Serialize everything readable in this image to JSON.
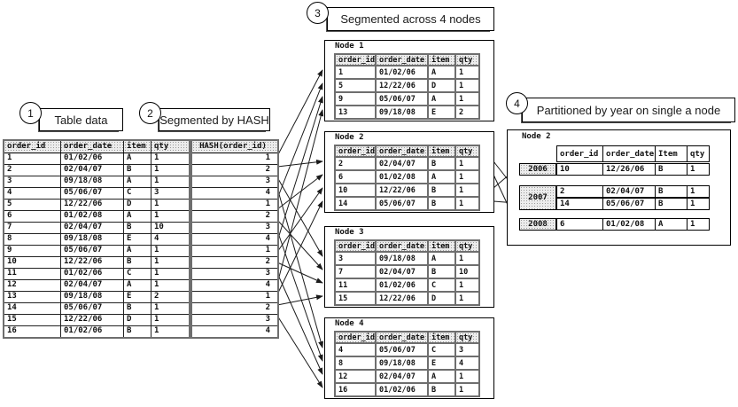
{
  "callouts": [
    {
      "number": "1",
      "text": "Table data"
    },
    {
      "number": "2",
      "text": "Segmented by HASH"
    },
    {
      "number": "3",
      "text": "Segmented across 4 nodes"
    },
    {
      "number": "4",
      "text": "Partitioned by year on single a node"
    }
  ],
  "main_table": {
    "headers": [
      "order_id",
      "order_date",
      "item",
      "qty"
    ],
    "rows": [
      [
        "1",
        "01/02/06",
        "A",
        "1"
      ],
      [
        "2",
        "02/04/07",
        "B",
        "1"
      ],
      [
        "3",
        "09/18/08",
        "A",
        "1"
      ],
      [
        "4",
        "05/06/07",
        "C",
        "3"
      ],
      [
        "5",
        "12/22/06",
        "D",
        "1"
      ],
      [
        "6",
        "01/02/08",
        "A",
        "1"
      ],
      [
        "7",
        "02/04/07",
        "B",
        "10"
      ],
      [
        "8",
        "09/18/08",
        "E",
        "4"
      ],
      [
        "9",
        "05/06/07",
        "A",
        "1"
      ],
      [
        "10",
        "12/22/06",
        "B",
        "1"
      ],
      [
        "11",
        "01/02/06",
        "C",
        "1"
      ],
      [
        "12",
        "02/04/07",
        "A",
        "1"
      ],
      [
        "13",
        "09/18/08",
        "E",
        "2"
      ],
      [
        "14",
        "05/06/07",
        "B",
        "1"
      ],
      [
        "15",
        "12/22/06",
        "D",
        "1"
      ],
      [
        "16",
        "01/02/06",
        "B",
        "1"
      ]
    ]
  },
  "hash_table": {
    "header": "HASH(order_id)",
    "values": [
      "1",
      "2",
      "3",
      "4",
      "1",
      "2",
      "3",
      "4",
      "1",
      "2",
      "3",
      "4",
      "1",
      "2",
      "3",
      "4"
    ]
  },
  "nodes": [
    {
      "title": "Node 1",
      "headers": [
        "order_id",
        "order_date",
        "item",
        "qty"
      ],
      "rows": [
        [
          "1",
          "01/02/06",
          "A",
          "1"
        ],
        [
          "5",
          "12/22/06",
          "D",
          "1"
        ],
        [
          "9",
          "05/06/07",
          "A",
          "1"
        ],
        [
          "13",
          "09/18/08",
          "E",
          "2"
        ]
      ]
    },
    {
      "title": "Node 2",
      "headers": [
        "order_id",
        "order_date",
        "item",
        "qty"
      ],
      "rows": [
        [
          "2",
          "02/04/07",
          "B",
          "1"
        ],
        [
          "6",
          "01/02/08",
          "A",
          "1"
        ],
        [
          "10",
          "12/22/06",
          "B",
          "1"
        ],
        [
          "14",
          "05/06/07",
          "B",
          "1"
        ]
      ]
    },
    {
      "title": "Node 3",
      "headers": [
        "order_id",
        "order_date",
        "item",
        "qty"
      ],
      "rows": [
        [
          "3",
          "09/18/08",
          "A",
          "1"
        ],
        [
          "7",
          "02/04/07",
          "B",
          "10"
        ],
        [
          "11",
          "01/02/06",
          "C",
          "1"
        ],
        [
          "15",
          "12/22/06",
          "D",
          "1"
        ]
      ]
    },
    {
      "title": "Node 4",
      "headers": [
        "order_id",
        "order_date",
        "item",
        "qty"
      ],
      "rows": [
        [
          "4",
          "05/06/07",
          "C",
          "3"
        ],
        [
          "8",
          "09/18/08",
          "E",
          "4"
        ],
        [
          "12",
          "02/04/07",
          "A",
          "1"
        ],
        [
          "16",
          "01/02/06",
          "B",
          "1"
        ]
      ]
    }
  ],
  "partitioned": {
    "title": "Node 2",
    "headers": [
      "order_id",
      "order_date",
      "Item",
      "qty"
    ],
    "partitions": [
      {
        "year": "2006",
        "rows": [
          [
            "10",
            "12/26/06",
            "B",
            "1"
          ]
        ]
      },
      {
        "year": "2007",
        "rows": [
          [
            "2",
            "02/04/07",
            "B",
            "1"
          ],
          [
            "14",
            "05/06/07",
            "B",
            "1"
          ]
        ]
      },
      {
        "year": "2008",
        "rows": [
          [
            "6",
            "01/02/08",
            "A",
            "1"
          ]
        ]
      }
    ]
  },
  "colors": {
    "arrow": "#1a1a1a",
    "table_frame": "#6e6e6e",
    "header_dots": "#9a9a9a",
    "header_bg": "#ececec"
  }
}
